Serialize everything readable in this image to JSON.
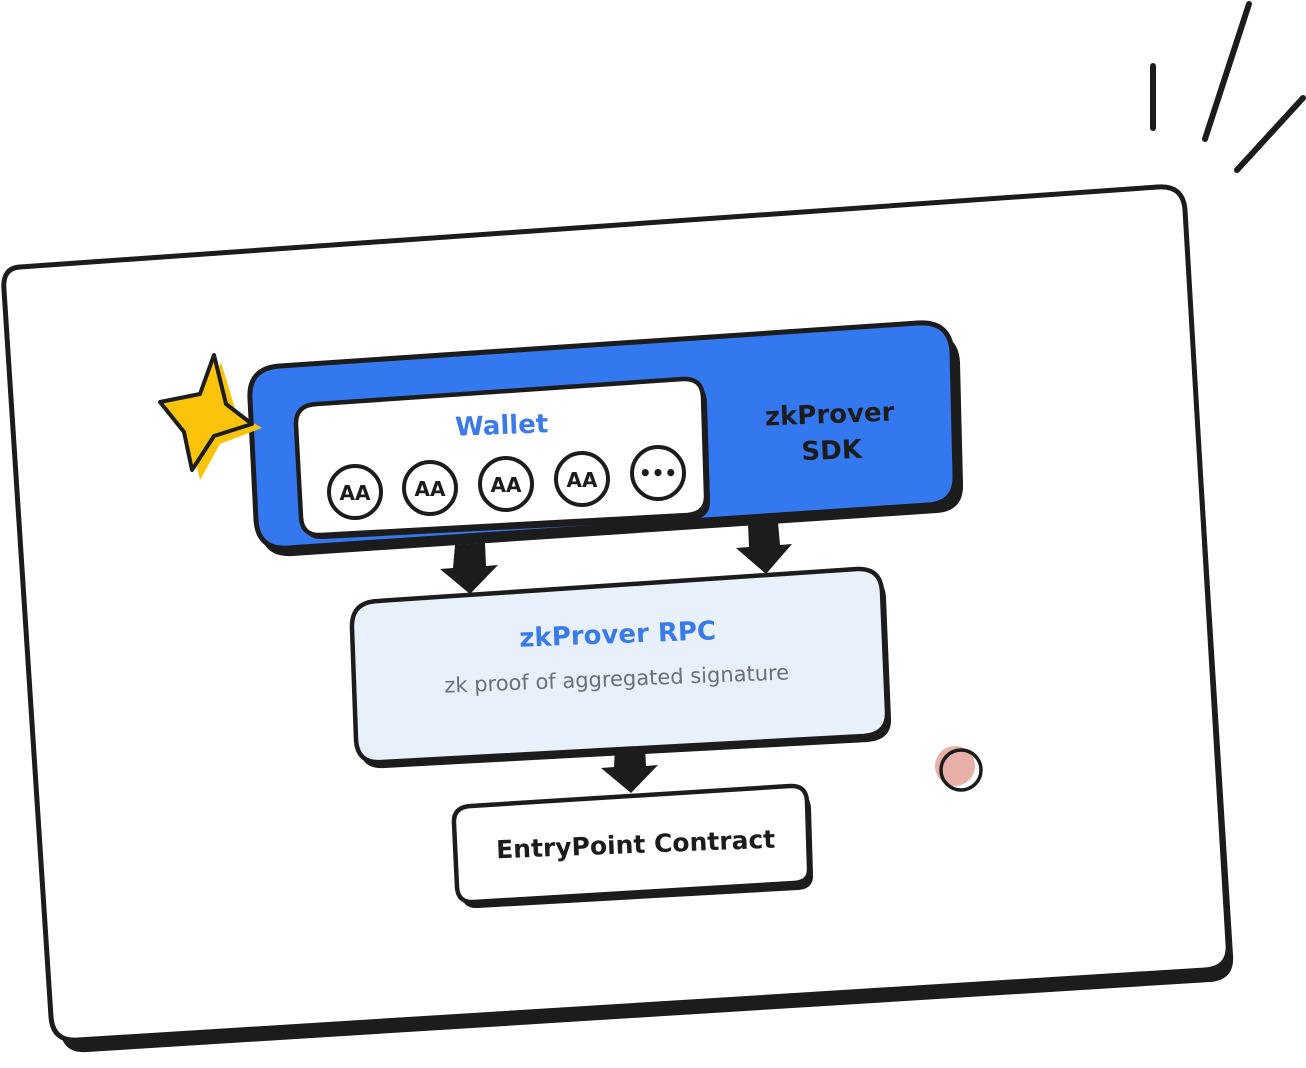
{
  "diagram": {
    "wallet": {
      "title": "Wallet",
      "accounts": [
        "AA",
        "AA",
        "AA",
        "AA"
      ],
      "more_label": "•••"
    },
    "sdk": {
      "line1": "zkProver",
      "line2": "SDK"
    },
    "rpc": {
      "title": "zkProver RPC",
      "subtitle": "zk proof of aggregated signature"
    },
    "entrypoint": {
      "label": "EntryPoint Contract"
    }
  },
  "colors": {
    "sdk_blue": "#3478f0",
    "accent_text_blue": "#3b7be8",
    "rpc_fill": "#e8f0fc",
    "star_yellow": "#fcc30b",
    "dot_pink": "#e8b0a8",
    "ink": "#1c1c1c"
  },
  "icons": [
    "sparkle-star-icon",
    "emphasis-lines-icon",
    "pink-dot-icon",
    "arrow-down-icon"
  ]
}
